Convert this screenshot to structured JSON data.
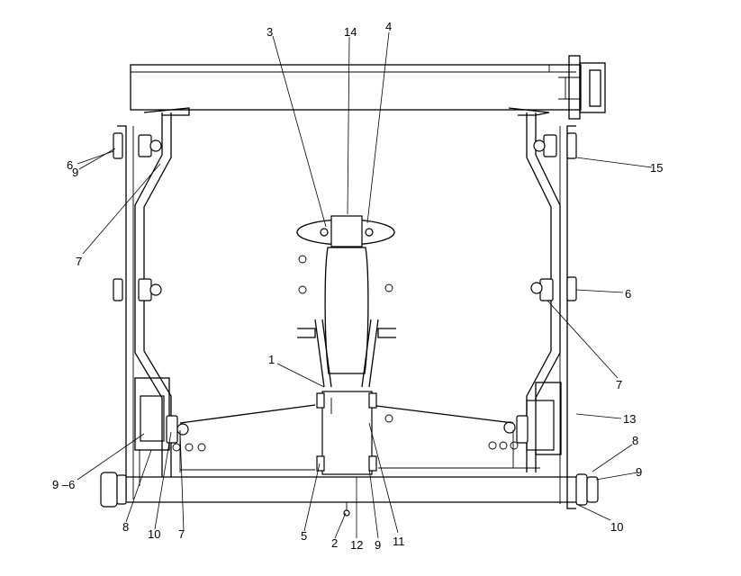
{
  "callouts": {
    "c3": "3",
    "c14": "14",
    "c4": "4",
    "c6_top_left": "6",
    "c9_top_left": "9",
    "c7_top_left": "7",
    "c15": "15",
    "c6_right": "6",
    "c1": "1",
    "c7_right": "7",
    "c13": "13",
    "c8_right": "8",
    "c9_right": "9",
    "c10_right": "10",
    "c9_6": "9 –6",
    "c8_left": "8",
    "c10_left": "10",
    "c7_bottom": "7",
    "c5": "5",
    "c2": "2",
    "c12": "12",
    "c9_bottom": "9",
    "c11": "11"
  }
}
